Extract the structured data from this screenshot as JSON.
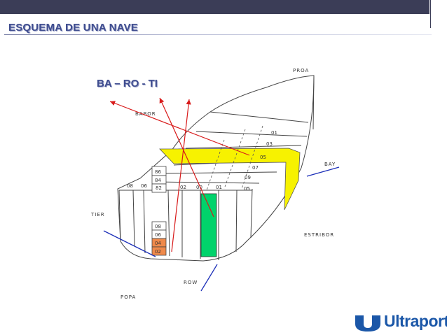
{
  "slide": {
    "title": "ESQUEMA DE UNA NAVE",
    "highlight_text": "BA – RO - TI"
  },
  "diagram": {
    "labels": {
      "bow": "PROA",
      "port": "BABOR",
      "bay": "BAY",
      "starboard": "ESTRIBOR",
      "tier": "TIER",
      "row": "ROW",
      "stern": "POPA"
    },
    "bay_numbers": [
      "01",
      "03",
      "05",
      "07",
      "09",
      "05"
    ],
    "row_numbers": [
      "08",
      "06",
      "82",
      "02",
      "00",
      "01"
    ],
    "tier_numbers_top": [
      "86",
      "84",
      "82"
    ],
    "tier_numbers_bottom": [
      "08",
      "06",
      "04",
      "02"
    ],
    "colors": {
      "arrows_red": "#d81b1b",
      "arrows_blue": "#1c2fb8",
      "bay_highlight": "#f7f200",
      "row_highlight": "#00d36b",
      "tier_highlight": "#f08a4b"
    }
  },
  "logo": {
    "text": "Ultraport",
    "color": "#1b57a8"
  }
}
